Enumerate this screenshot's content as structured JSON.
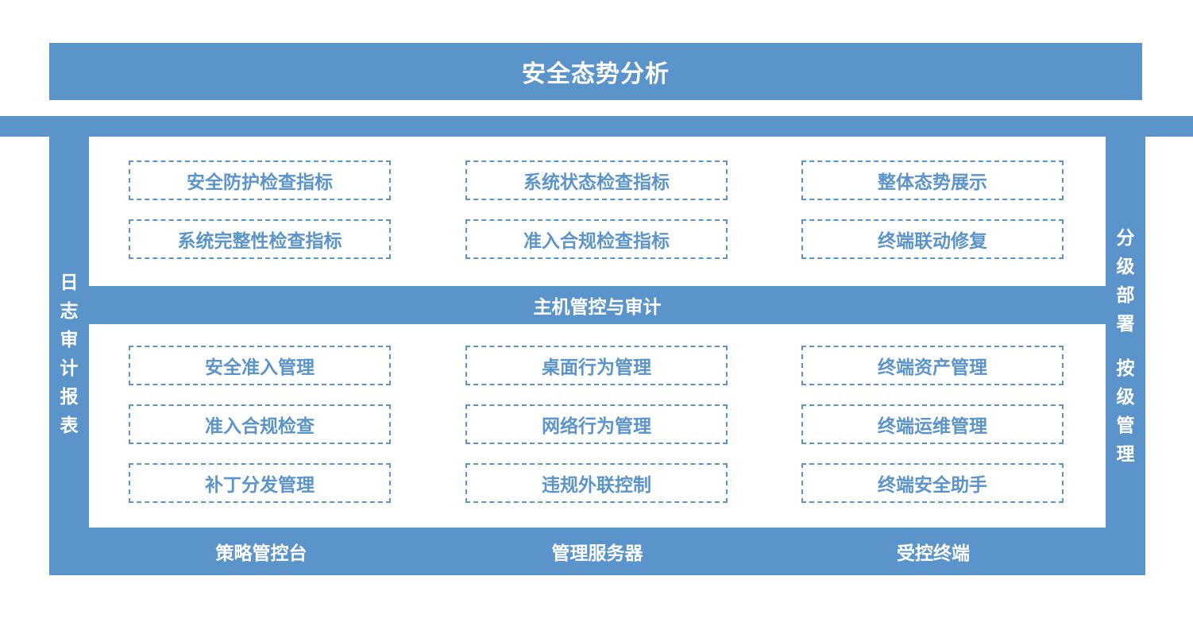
{
  "colors": {
    "primary": "#5b94cb",
    "background": "#ffffff",
    "text_on_primary": "#ffffff"
  },
  "header": {
    "title": "安全态势分析"
  },
  "top_section": {
    "boxes": [
      "安全防护检查指标",
      "系统状态检查指标",
      "整体态势展示",
      "系统完整性检查指标",
      "准入合规检查指标",
      "终端联动修复"
    ]
  },
  "middle": {
    "label": "主机管控与审计"
  },
  "bottom_section": {
    "boxes": [
      "安全准入管理",
      "桌面行为管理",
      "终端资产管理",
      "准入合规检查",
      "网络行为管理",
      "终端运维管理",
      "补丁分发管理",
      "违规外联控制",
      "终端安全助手"
    ]
  },
  "footer": {
    "labels": [
      "策略管控台",
      "管理服务器",
      "受控终端"
    ]
  },
  "left_side": {
    "chars": [
      "日",
      "志",
      "审",
      "计",
      "报",
      "表"
    ]
  },
  "right_side": {
    "group1": [
      "分",
      "级",
      "部",
      "署"
    ],
    "group2": [
      "按",
      "级",
      "管",
      "理"
    ]
  }
}
